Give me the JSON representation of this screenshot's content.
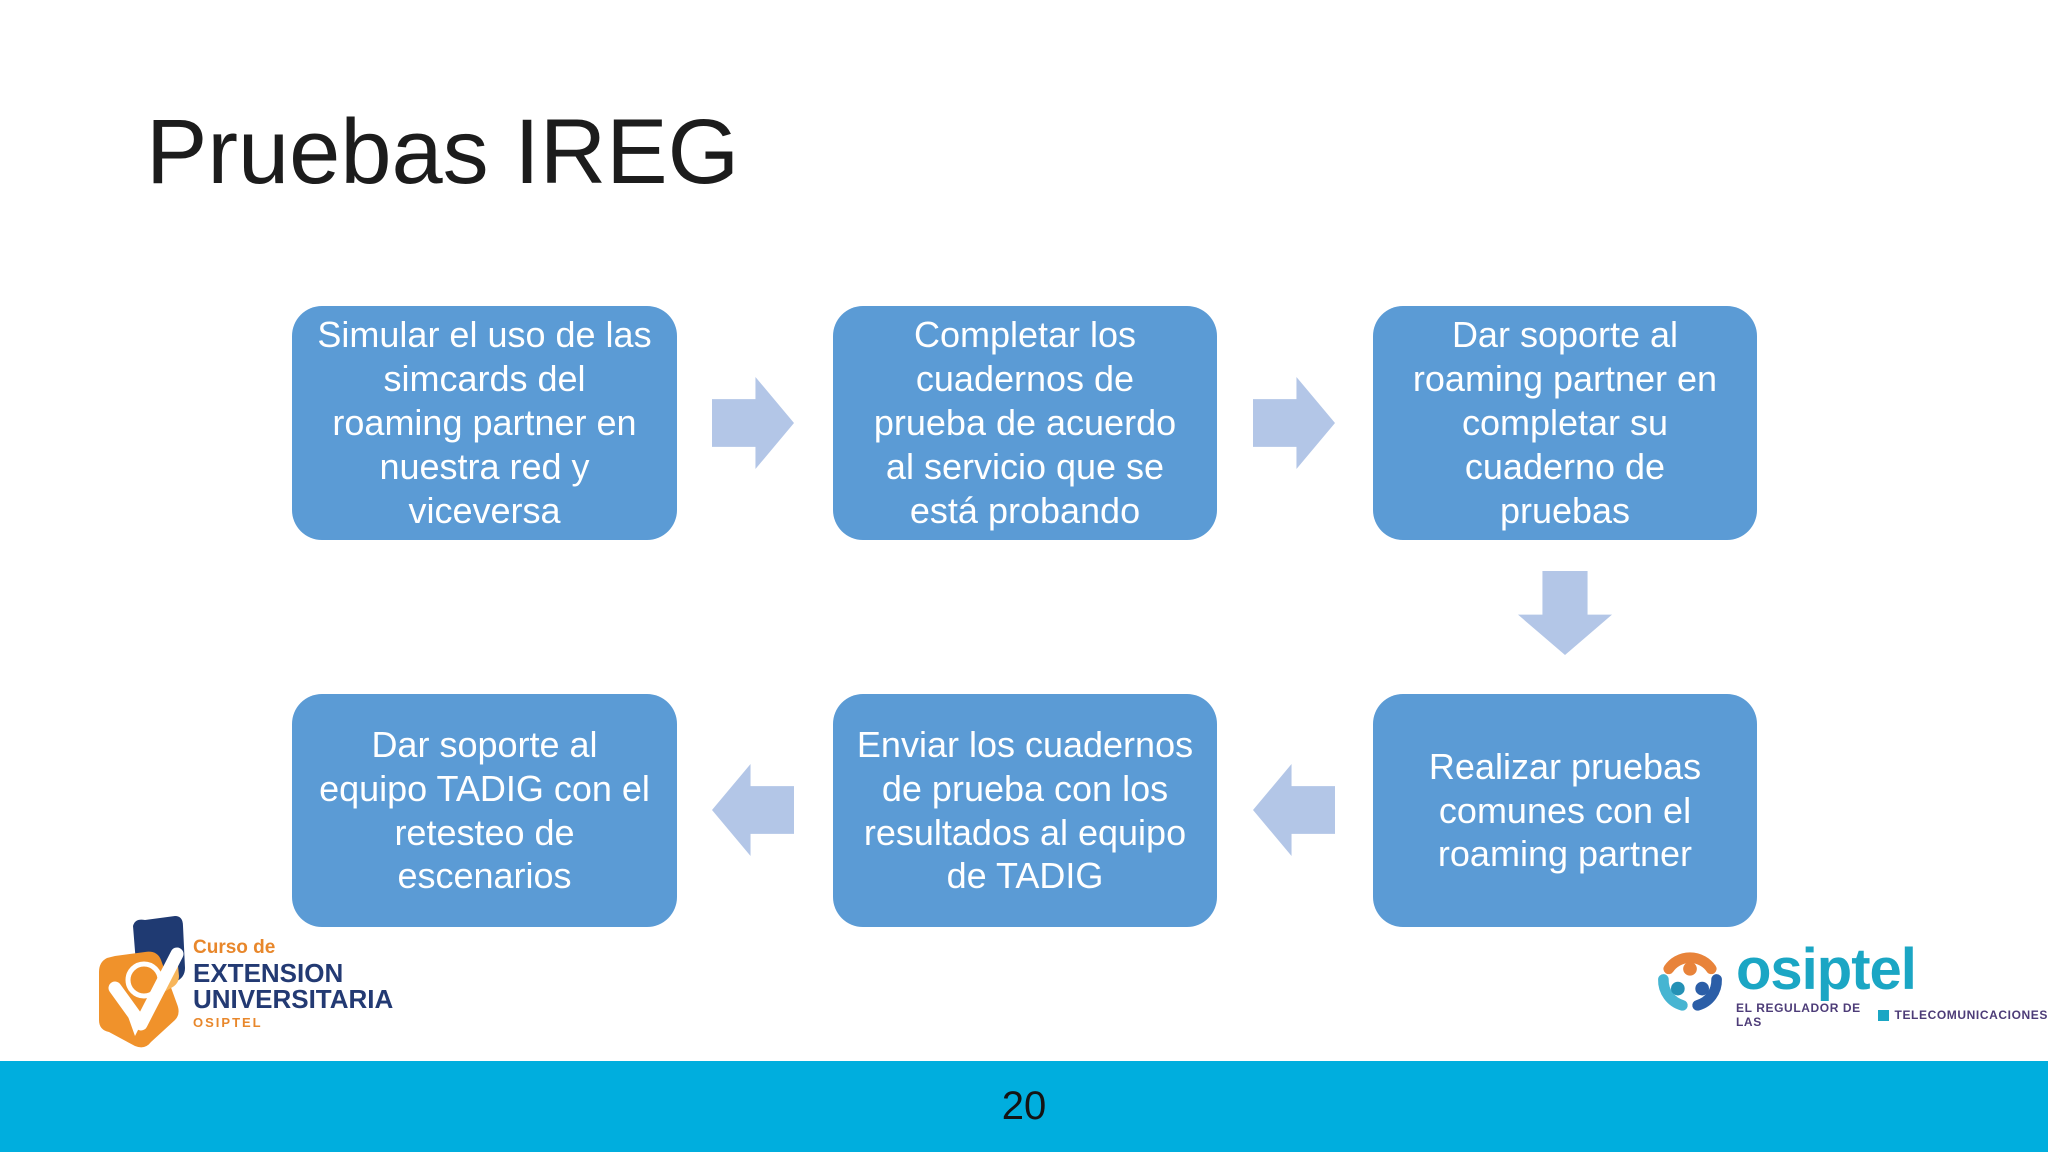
{
  "slide": {
    "title": "Pruebas IREG",
    "page_number": "20"
  },
  "flow": {
    "boxes": [
      {
        "text": "Simular el uso de las simcards del roaming partner en nuestra red y viceversa"
      },
      {
        "text": "Completar los cuadernos de prueba de acuerdo al servicio que se está probando"
      },
      {
        "text": "Dar soporte al roaming partner en completar su cuaderno de pruebas"
      },
      {
        "text": "Realizar pruebas comunes con el roaming partner"
      },
      {
        "text": "Enviar los cuadernos de prueba con los resultados al equipo de TADIG"
      },
      {
        "text": "Dar soporte al equipo TADIG con el retesteo de escenarios"
      }
    ],
    "icons": {
      "forward": "block-arrow-right",
      "down": "block-arrow-down",
      "back": "block-arrow-left"
    }
  },
  "footer": {
    "left_logo": {
      "line1": "Curso de",
      "line2": "EXTENSION",
      "line3": "UNIVERSITARIA",
      "line4": "OSIPTEL"
    },
    "right_logo": {
      "brand": "osiptel",
      "tagline_left": "EL REGULADOR DE LAS",
      "tagline_right": "TELECOMUNICACIONES"
    }
  },
  "colors": {
    "box_fill": "#5B9BD5",
    "box_text": "#FFFFFF",
    "arrow_fill": "#B3C6E7",
    "footer_bar": "#00AEDE",
    "brand_teal": "#1BA6C4",
    "brand_navy": "#233A73",
    "brand_orange": "#E8872B",
    "tagline_purple": "#4D3C78"
  }
}
